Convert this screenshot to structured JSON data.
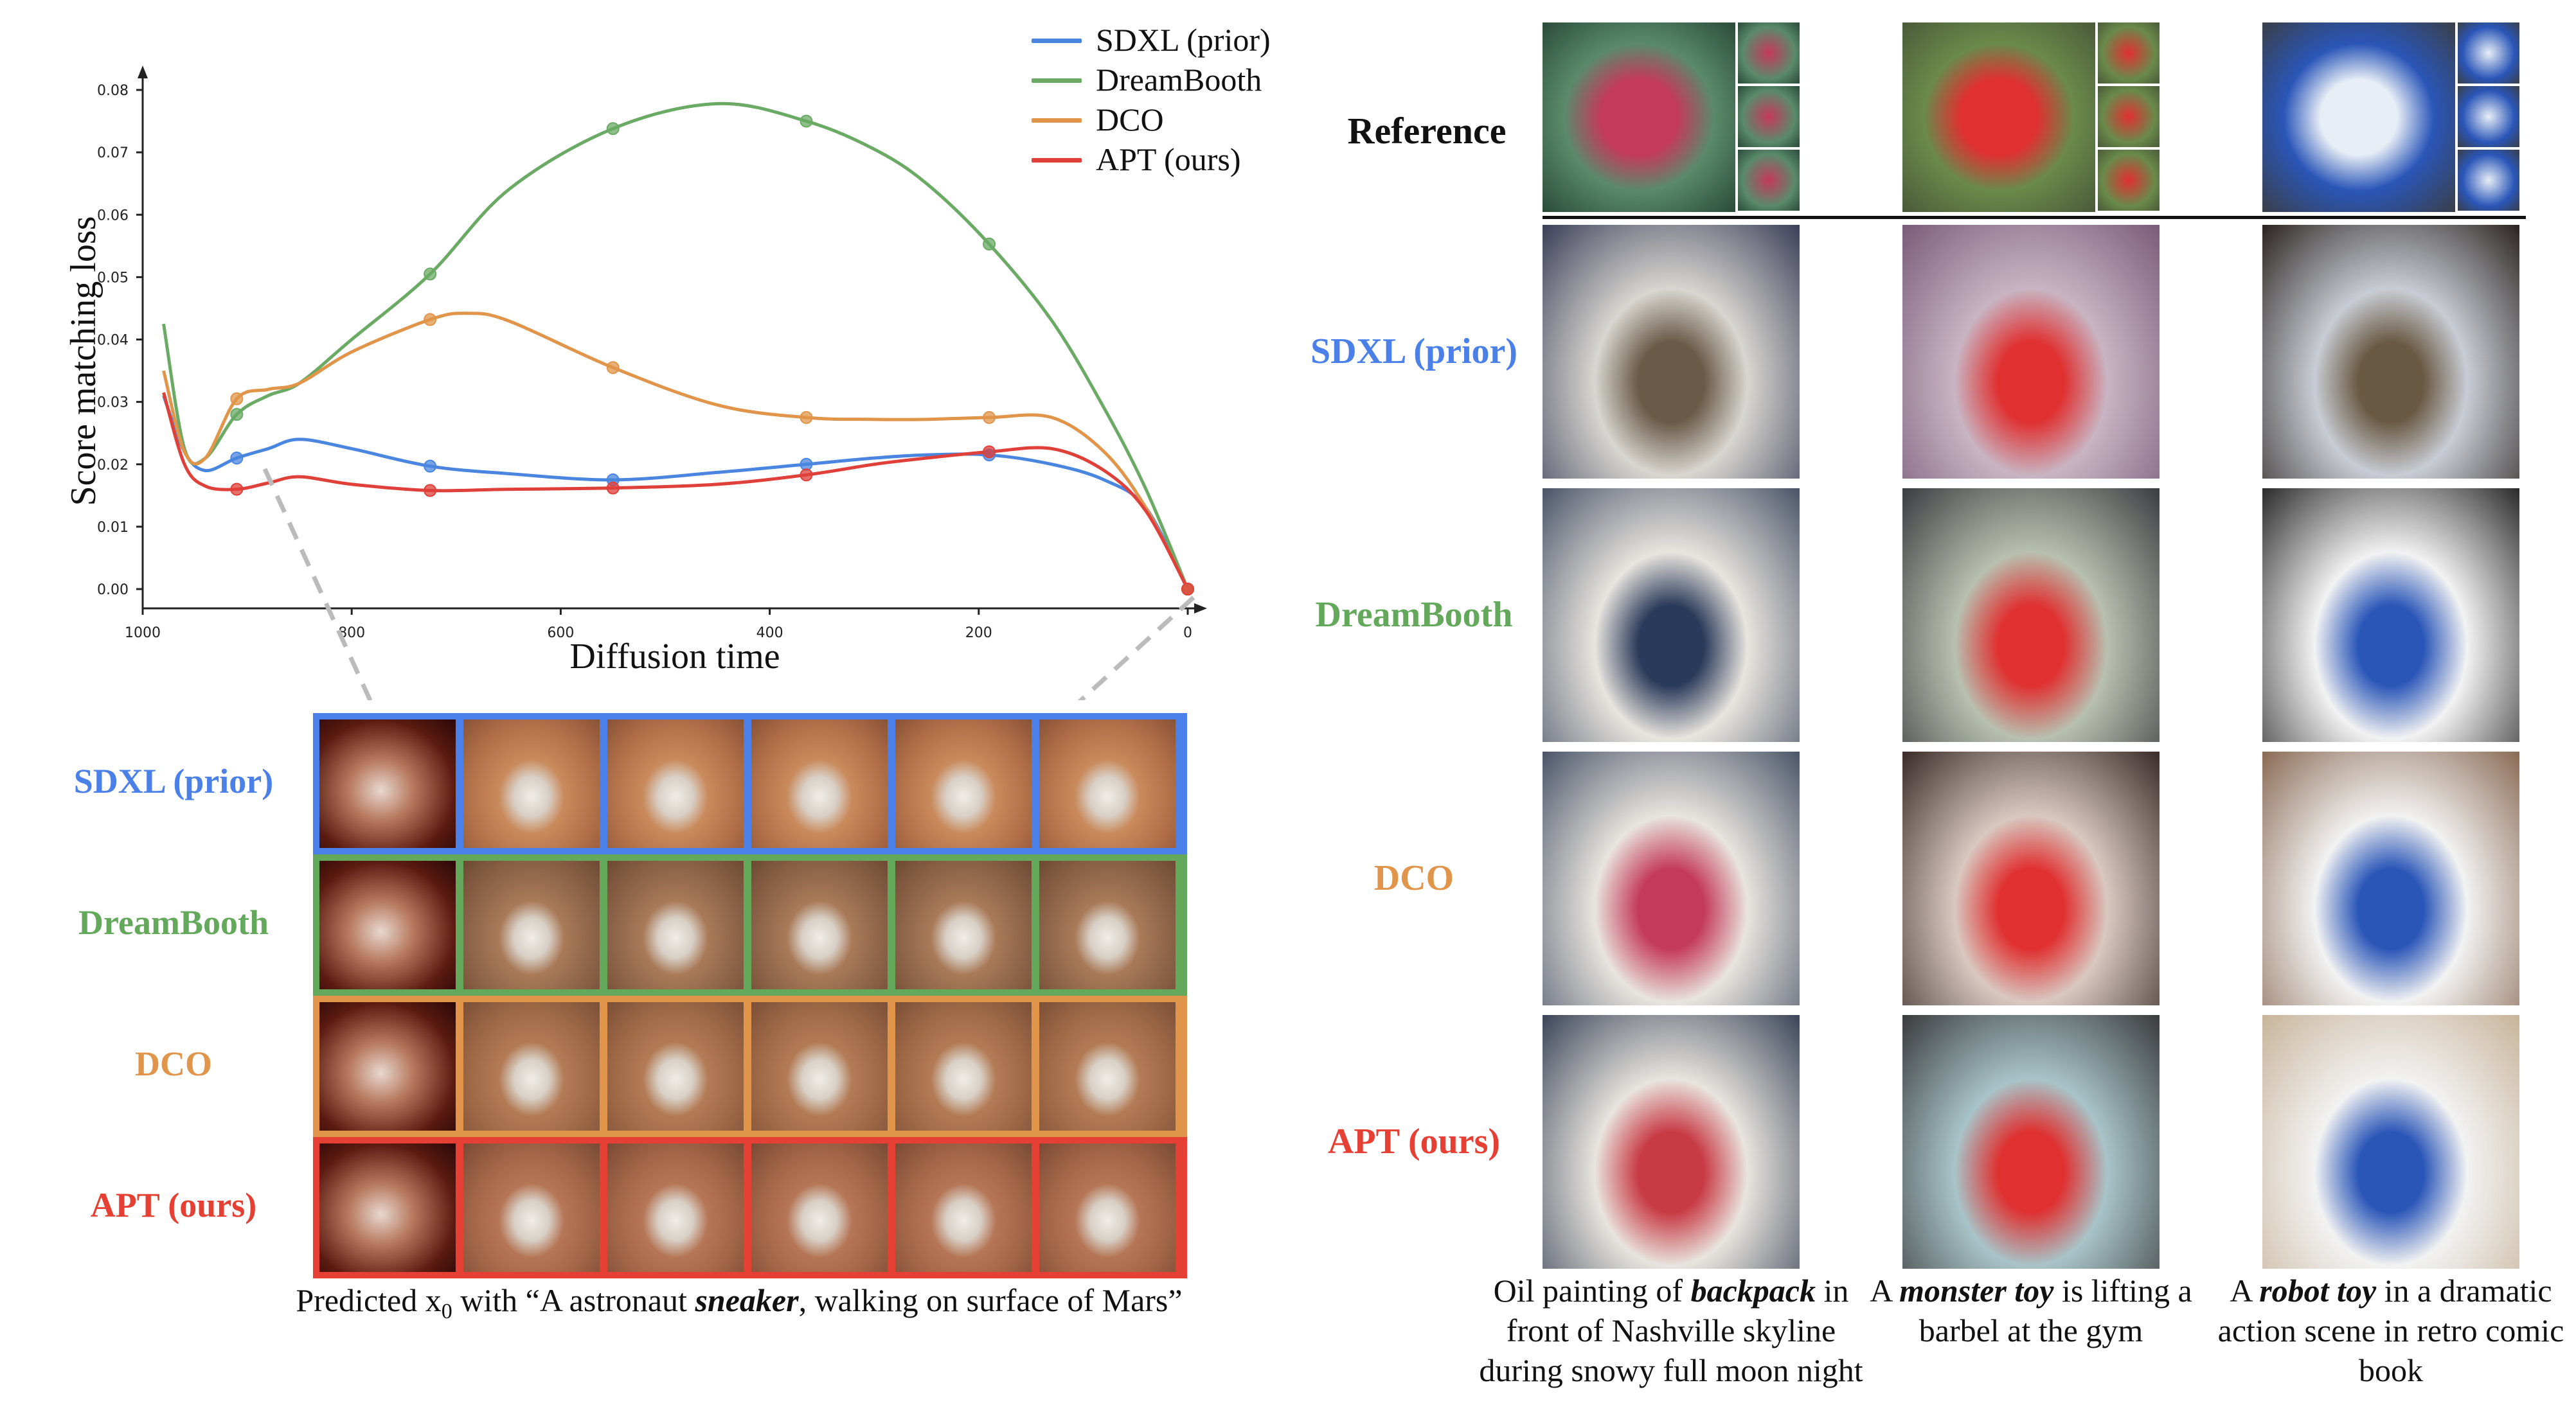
{
  "chart_data": {
    "type": "line",
    "xlabel": "Diffusion time",
    "ylabel": "Score matching loss",
    "xlim": [
      1000,
      0
    ],
    "ylim": [
      0,
      0.08
    ],
    "xticks": [
      "1000",
      "800",
      "600",
      "400",
      "200",
      "0"
    ],
    "yticks": [
      "0.00",
      "0.01",
      "0.02",
      "0.03",
      "0.04",
      "0.05",
      "0.06",
      "0.07",
      "0.08"
    ],
    "legend_position": "top-right",
    "series": [
      {
        "name": "SDXL (prior)",
        "color": "#4a86e0",
        "x": [
          980,
          960,
          940,
          910,
          880,
          850,
          800,
          725,
          650,
          550,
          450,
          365,
          300,
          250,
          190,
          130,
          80,
          40,
          0
        ],
        "y": [
          0.031,
          0.022,
          0.019,
          0.021,
          0.0225,
          0.024,
          0.0225,
          0.0197,
          0.0185,
          0.0175,
          0.0187,
          0.02,
          0.021,
          0.0215,
          0.0215,
          0.02,
          0.0175,
          0.013,
          0.0
        ],
        "markers": [
          [
            910,
            0.021
          ],
          [
            725,
            0.0197
          ],
          [
            550,
            0.0175
          ],
          [
            365,
            0.02
          ],
          [
            190,
            0.0215
          ],
          [
            0,
            0.0
          ]
        ]
      },
      {
        "name": "DreamBooth",
        "color": "#6aaa64",
        "x": [
          980,
          960,
          940,
          910,
          880,
          850,
          800,
          725,
          650,
          550,
          450,
          365,
          300,
          250,
          190,
          130,
          80,
          40,
          0
        ],
        "y": [
          0.0425,
          0.0225,
          0.021,
          0.028,
          0.031,
          0.033,
          0.04,
          0.0505,
          0.064,
          0.0738,
          0.0778,
          0.075,
          0.0705,
          0.065,
          0.0553,
          0.043,
          0.029,
          0.016,
          0.0
        ],
        "markers": [
          [
            910,
            0.028
          ],
          [
            725,
            0.0505
          ],
          [
            550,
            0.0738
          ],
          [
            365,
            0.075
          ],
          [
            190,
            0.0553
          ],
          [
            0,
            0.0
          ]
        ]
      },
      {
        "name": "DCO",
        "color": "#e0954a",
        "x": [
          980,
          960,
          940,
          910,
          880,
          850,
          800,
          725,
          690,
          650,
          550,
          450,
          365,
          300,
          250,
          190,
          130,
          80,
          40,
          0
        ],
        "y": [
          0.035,
          0.022,
          0.021,
          0.0305,
          0.032,
          0.033,
          0.038,
          0.0432,
          0.0442,
          0.043,
          0.0355,
          0.0295,
          0.0275,
          0.0272,
          0.0272,
          0.0275,
          0.0275,
          0.022,
          0.013,
          0.0
        ],
        "markers": [
          [
            910,
            0.0305
          ],
          [
            725,
            0.0432
          ],
          [
            550,
            0.0355
          ],
          [
            365,
            0.0275
          ],
          [
            190,
            0.0275
          ],
          [
            0,
            0.0
          ]
        ]
      },
      {
        "name": "APT (ours)",
        "color": "#e0403a",
        "x": [
          980,
          960,
          940,
          910,
          880,
          850,
          800,
          725,
          650,
          550,
          450,
          365,
          300,
          250,
          190,
          130,
          80,
          40,
          0
        ],
        "y": [
          0.0315,
          0.02,
          0.0165,
          0.016,
          0.017,
          0.018,
          0.0168,
          0.0158,
          0.016,
          0.0162,
          0.0168,
          0.0183,
          0.02,
          0.021,
          0.022,
          0.0225,
          0.019,
          0.0125,
          0.0
        ],
        "markers": [
          [
            910,
            0.016
          ],
          [
            725,
            0.0158
          ],
          [
            550,
            0.0162
          ],
          [
            365,
            0.0183
          ],
          [
            190,
            0.022
          ],
          [
            0,
            0.0
          ]
        ]
      }
    ]
  },
  "grid": {
    "methods": [
      {
        "name": "SDXL (prior)",
        "color": "#4a80e8"
      },
      {
        "name": "DreamBooth",
        "color": "#64a85c"
      },
      {
        "name": "DCO",
        "color": "#e0954a"
      },
      {
        "name": "APT (ours)",
        "color": "#e64034"
      }
    ],
    "caption_pre": "Predicted x",
    "caption_sub": "0",
    "caption_mid": " with “A astronaut ",
    "caption_bold": "sneaker",
    "caption_post": ", walking on surface of Mars”"
  },
  "right": {
    "reference_label": "Reference",
    "methods": [
      {
        "name": "SDXL (prior)",
        "color": "#4a80e8"
      },
      {
        "name": "DreamBooth",
        "color": "#64a85c"
      },
      {
        "name": "DCO",
        "color": "#e0954a"
      },
      {
        "name": "APT (ours)",
        "color": "#e64034"
      }
    ],
    "captions": [
      {
        "pre": "Oil painting of ",
        "bold": "backpack",
        "post": " in front of Nashville skyline during snowy full moon night"
      },
      {
        "pre": "A ",
        "bold": "monster toy",
        "post": " is lifting a barbel at the gym"
      },
      {
        "pre": "A ",
        "bold": "robot toy",
        "post": " in a dramatic action scene in retro comic book"
      }
    ]
  }
}
